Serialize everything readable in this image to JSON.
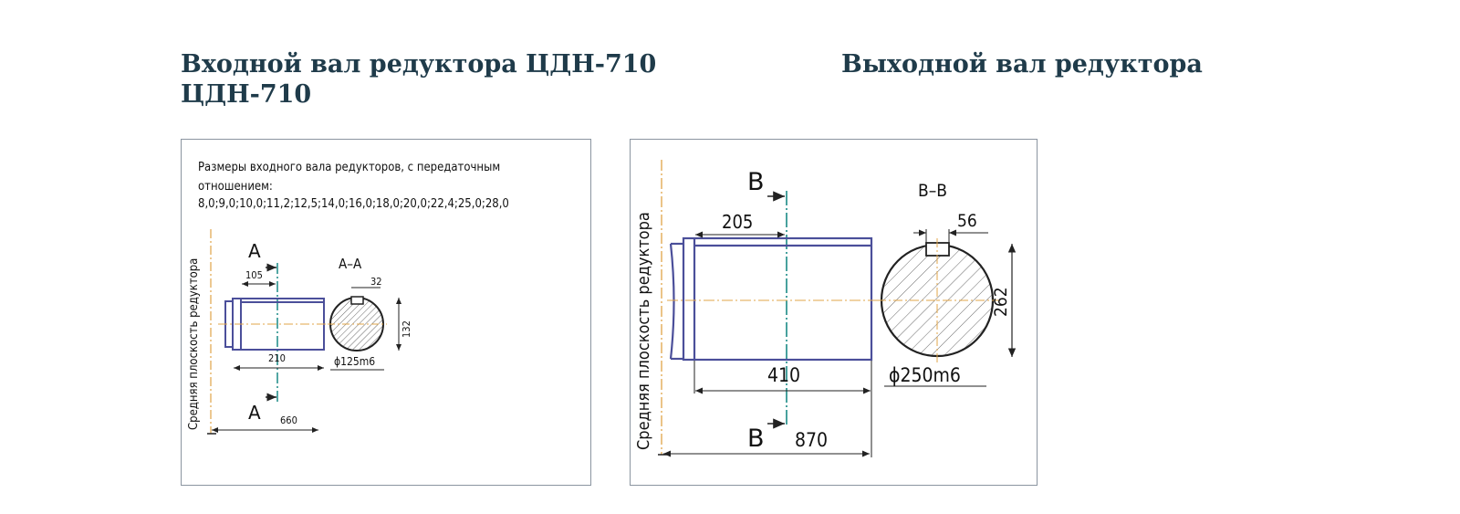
{
  "headings": {
    "input_title": "Входной вал редуктора ЦДН-710 ЦДН-710",
    "output_title": "Выходной вал редуктора"
  },
  "input_drawing": {
    "note_line1": "Размеры входного вала редукторов, с передаточным",
    "note_line2": "отношением:",
    "note_line3": "8,0;9,0;10,0;11,2;12,5;14,0;16,0;18,0;20,0;22,4;25,0;28,0",
    "plane_label": "Средняя плоскость редуктора",
    "section_mark_top": "A",
    "section_mark_bottom": "A",
    "section_title": "A–A",
    "dim_105": "105",
    "dim_210": "210",
    "dim_660": "660",
    "dim_32": "32",
    "dim_132": "132",
    "dim_diameter": "ϕ125m6"
  },
  "output_drawing": {
    "plane_label": "Средняя плоскость редуктора",
    "section_mark_top": "B",
    "section_mark_bottom": "B",
    "section_title": "B–B",
    "dim_205": "205",
    "dim_410": "410",
    "dim_870": "870",
    "dim_56": "56",
    "dim_262": "262",
    "dim_diameter": "ϕ250m6"
  },
  "colors": {
    "heading": "#1f3b4a",
    "shaft": "#4b4f9a",
    "centerline": "#e0a448",
    "section_line": "#1a8a86",
    "hatch": "#6a6a6a"
  }
}
